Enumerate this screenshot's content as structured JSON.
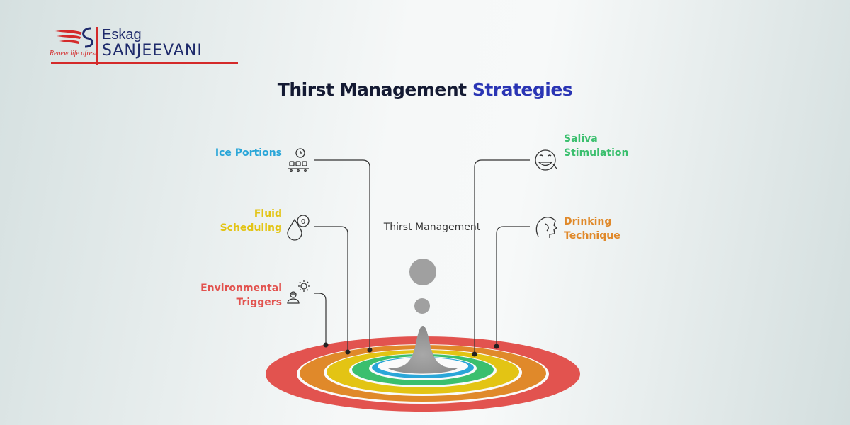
{
  "logo": {
    "brand_top": "Eskag",
    "brand_bottom": "SANJEEVANI",
    "tagline": "Renew life afresh"
  },
  "title": {
    "part1": "Thirst Management",
    "part2": "Strategies"
  },
  "center": {
    "label": "Thirst Management"
  },
  "strategies": [
    {
      "label_line1": "Ice Portions",
      "label_line2": "",
      "color": "#2aa6d8",
      "icon": "ice-tray-timer-icon"
    },
    {
      "label_line1": "Fluid",
      "label_line2": "Scheduling",
      "color": "#e3c414",
      "icon": "water-drop-zero-icon"
    },
    {
      "label_line1": "Environmental",
      "label_line2": "Triggers",
      "color": "#e2534f",
      "icon": "person-sun-icon"
    },
    {
      "label_line1": "Saliva",
      "label_line2": "Stimulation",
      "color": "#3bbf6e",
      "icon": "smiling-face-icon"
    },
    {
      "label_line1": "Drinking",
      "label_line2": "Technique",
      "color": "#e0892a",
      "icon": "head-profile-icon"
    }
  ],
  "rings": [
    "#e2534f",
    "#e0892a",
    "#e3c414",
    "#3bbf6e",
    "#2aa6d8"
  ],
  "colors": {
    "title_dark": "#141a33",
    "title_accent": "#2a35b4",
    "logo_red": "#d42a2a",
    "logo_navy": "#1e2a6b"
  }
}
